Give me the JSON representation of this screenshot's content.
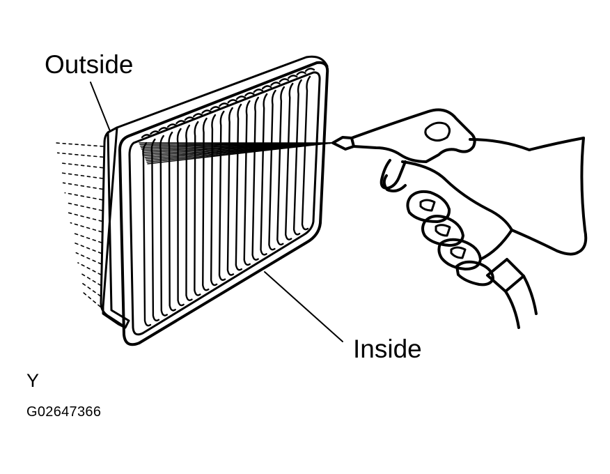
{
  "labels": {
    "outside": "Outside",
    "inside": "Inside",
    "view_letter": "Y",
    "figure_code": "G02647366"
  },
  "figure": {
    "parts": [
      "air-filter-element",
      "air-blow-gun",
      "hand",
      "air-hose"
    ],
    "line_color": "#000000",
    "background_color": "#ffffff"
  }
}
